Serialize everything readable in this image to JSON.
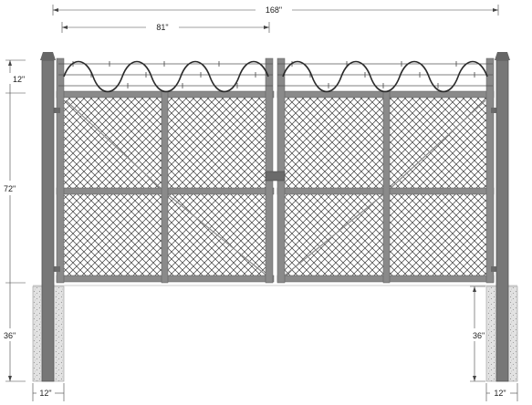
{
  "dimensions": {
    "overall_width": "168\"",
    "leaf_width": "81\"",
    "wire_height": "12\"",
    "fence_height": "72\"",
    "footing_depth_left": "36\"",
    "footing_depth_right": "36\"",
    "footing_width_left": "12\"",
    "footing_width_right": "12\""
  },
  "colors": {
    "post": "#777777",
    "post_dark": "#555555",
    "frame": "#8a8a8a",
    "mesh": "#333333",
    "concrete": "#d8d8d8",
    "dimension_line": "#444444"
  }
}
